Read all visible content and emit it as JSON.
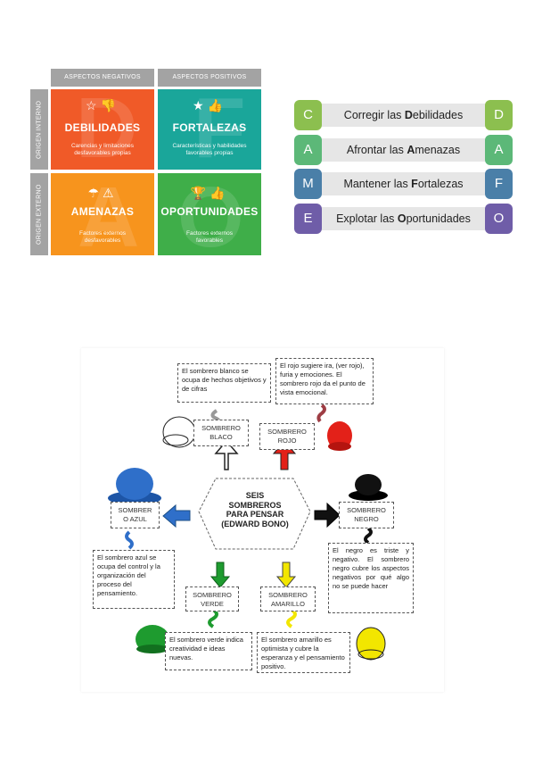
{
  "dafo": {
    "col_headers": [
      "ASPECTOS NEGATIVOS",
      "ASPECTOS POSITIVOS"
    ],
    "row_headers": [
      "ORIGEN INTERNO",
      "ORIGEN EXTERNO"
    ],
    "cells": [
      {
        "letter": "D",
        "title": "DEBILIDADES",
        "desc": "Carencias y limitaciones desfavorables propias",
        "color": "#f05a28",
        "icons": [
          "star-outline-icon",
          "thumbs-down-icon"
        ]
      },
      {
        "letter": "F",
        "title": "FORTALEZAS",
        "desc": "Características y habilidades favorables propias",
        "color": "#1aa69a",
        "icons": [
          "star-filled-icon",
          "thumbs-up-icon"
        ]
      },
      {
        "letter": "A",
        "title": "AMENAZAS",
        "desc": "Factores externos desfavorables",
        "color": "#f7941d",
        "icons": [
          "umbrella-icon",
          "warning-icon"
        ]
      },
      {
        "letter": "O",
        "title": "OPORTUNIDADES",
        "desc": "Factores externos favorables",
        "color": "#3fae49",
        "icons": [
          "trophy-icon",
          "thumbs-up-icon"
        ]
      }
    ]
  },
  "came": {
    "rows": [
      {
        "left": "C",
        "pre": "Corregir las ",
        "bold": "D",
        "post": "ebilidades",
        "right": "D",
        "color": "#8cbf4f"
      },
      {
        "left": "A",
        "pre": "Afrontar las ",
        "bold": "A",
        "post": "menazas",
        "right": "A",
        "color": "#5cb878"
      },
      {
        "left": "M",
        "pre": "Mantener las ",
        "bold": "F",
        "post": "ortalezas",
        "right": "F",
        "color": "#4a7fa8"
      },
      {
        "left": "E",
        "pre": "Explotar las ",
        "bold": "O",
        "post": "portunidades",
        "right": "O",
        "color": "#6f5da8"
      }
    ]
  },
  "hats": {
    "center": [
      "SEIS",
      "SOMBREROS",
      "PARA PENSAR",
      "(EDWARD BONO)"
    ],
    "white": {
      "label": [
        "SOMBRERO",
        "BLACO"
      ],
      "note": "El sombrero blanco se ocupa de hechos objetivos y de cifras",
      "color": "#ffffff"
    },
    "red": {
      "label": [
        "SOMBRERO",
        "ROJO"
      ],
      "note": "El rojo sugiere ira, (ver rojo), furia y emociones. El sombrero rojo da el punto de vista emocional.",
      "color": "#e32119"
    },
    "blue": {
      "label": [
        "SOMBRER",
        "O AZUL"
      ],
      "note": "El sombrero azul se ocupa del control y la organización del proceso del pensamiento.",
      "color": "#2f6fc9"
    },
    "black": {
      "label": [
        "SOMBRERO",
        "NEGRO"
      ],
      "note": "El negro es triste y negativo. El sombrero negro cubre los aspectos negativos por qué algo no se puede hacer",
      "color": "#111111"
    },
    "green": {
      "label": [
        "SOMBRERO",
        "VERDE"
      ],
      "note": "El sombrero verde indica creatividad e ideas nuevas.",
      "color": "#1e9b2f"
    },
    "yellow": {
      "label": [
        "SOMBRERO",
        "AMARILLO"
      ],
      "note": "El sombrero amarillo es optimista y cubre la esperanza y el pensamiento positivo.",
      "color": "#f2e600"
    }
  }
}
